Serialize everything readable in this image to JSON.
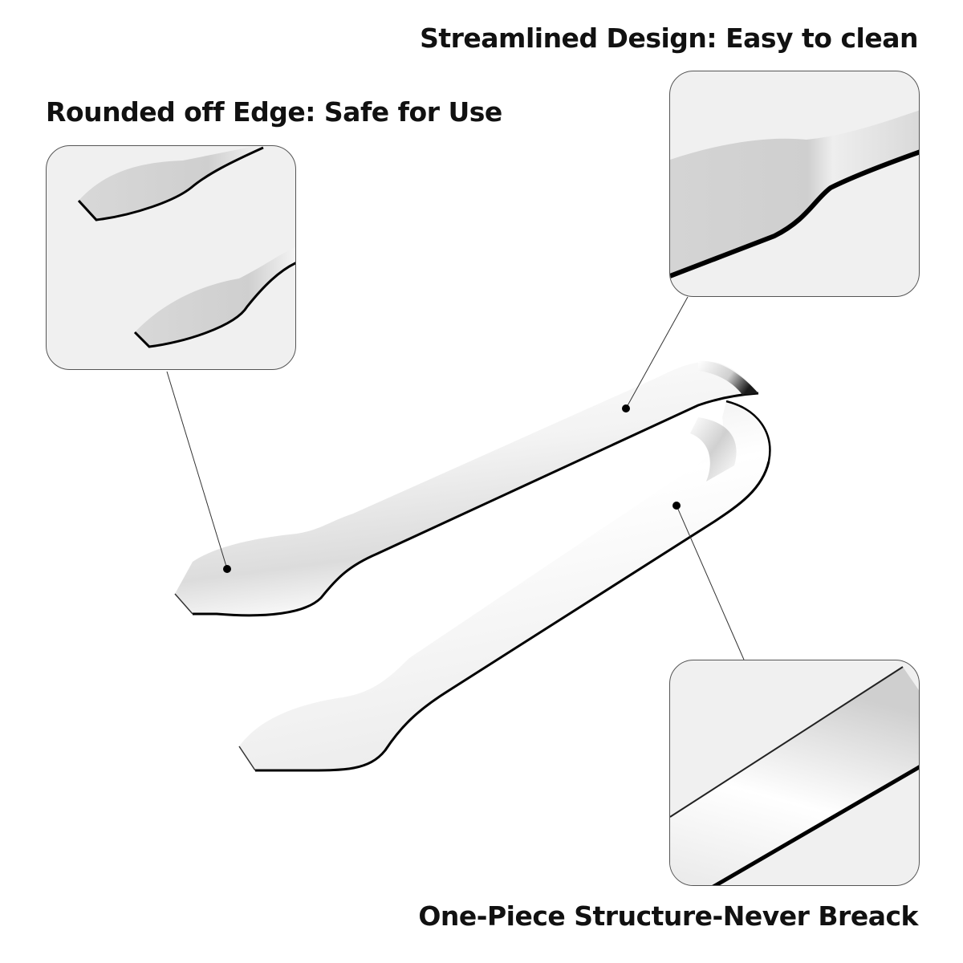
{
  "product": {
    "name": "Sugar tongs",
    "material_look": "stainless steel"
  },
  "callouts": [
    {
      "id": "streamlined",
      "label": "Streamlined Design: Easy to clean"
    },
    {
      "id": "rounded",
      "label": "Rounded off Edge: Safe for Use"
    },
    {
      "id": "onepiece",
      "label": "One-Piece Structure-Never Breack"
    }
  ],
  "colors": {
    "background": "#ffffff",
    "panel_fill": "#f0f0f0",
    "panel_border": "#555555",
    "text": "#111111",
    "outline": "#000000",
    "steel_light": "#fafafa",
    "steel_mid": "#d6d6d6",
    "steel_dark": "#9a9a9a"
  }
}
